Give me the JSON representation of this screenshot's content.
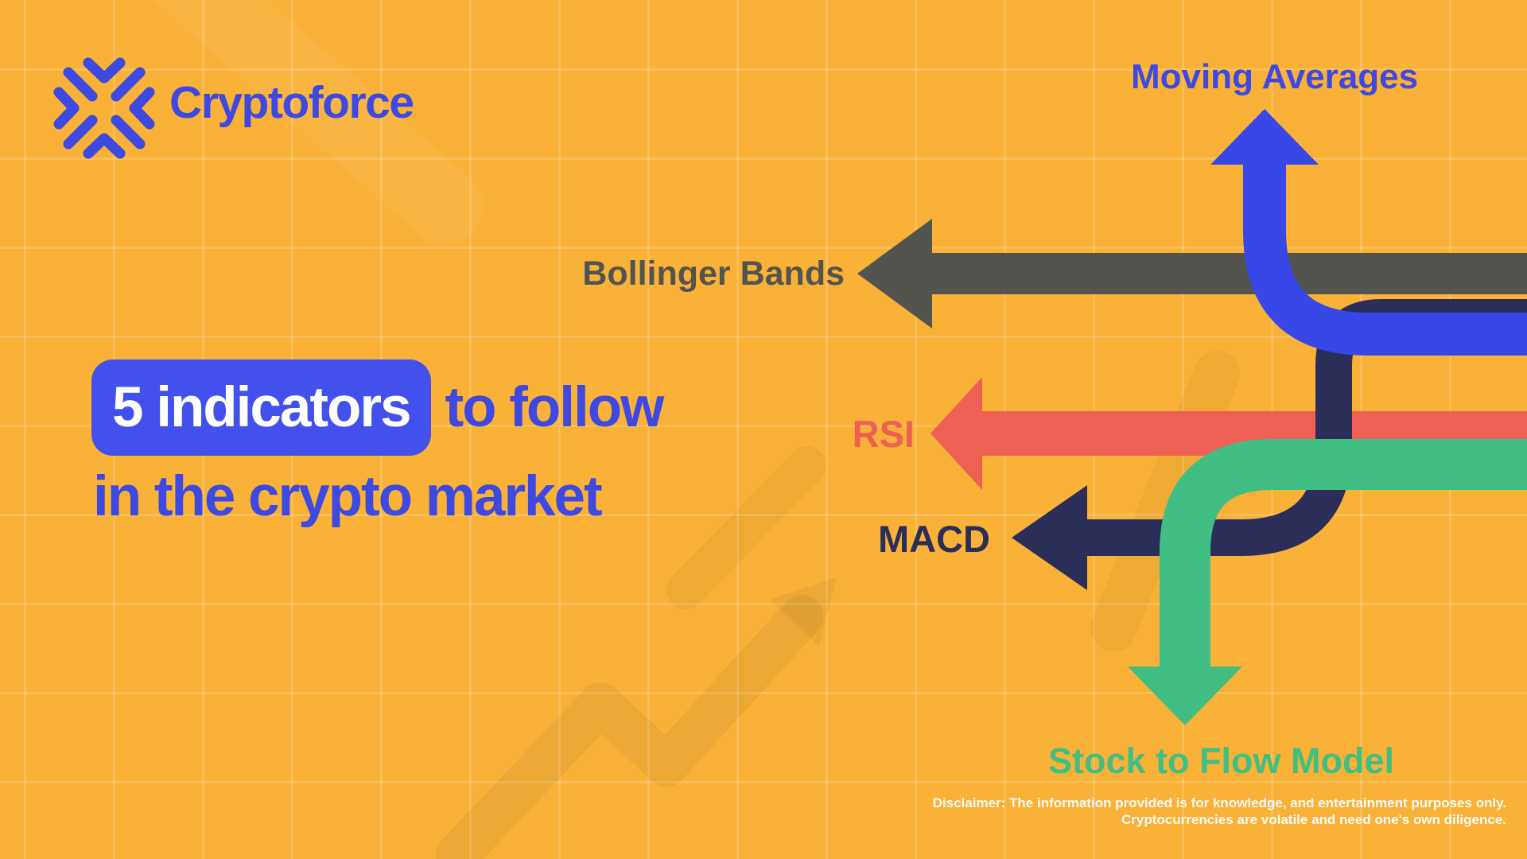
{
  "brand": {
    "name": "Cryptoforce"
  },
  "title": {
    "highlight": "5 indicators",
    "suffix": "to follow",
    "line2": "in the crypto market"
  },
  "indicators": [
    {
      "id": "moving-averages",
      "label": "Moving Averages",
      "direction": "up",
      "color": "#3847E8"
    },
    {
      "id": "bollinger-bands",
      "label": "Bollinger Bands",
      "direction": "left",
      "color": "#53544E"
    },
    {
      "id": "rsi",
      "label": "RSI",
      "direction": "left",
      "color": "#EF6054"
    },
    {
      "id": "macd",
      "label": "MACD",
      "direction": "left",
      "color": "#2B2E58"
    },
    {
      "id": "stock-to-flow-model",
      "label": "Stock to Flow Model",
      "direction": "down",
      "color": "#40BE83"
    }
  ],
  "disclaimer": {
    "line1": "Disclaimer: The information provided is for knowledge, and entertainment purposes only.",
    "line2": "Cryptocurrencies are volatile and need one's own diligence."
  },
  "colors": {
    "background": "#F9B137",
    "grid_line": "rgba(255,255,255,0.17)",
    "blue": "#3847E8",
    "brand_blue": "#3D49E0",
    "title_box_blue": "#4351EC",
    "gray": "#53544E",
    "coral": "#EF6054",
    "navy": "#2B2E58",
    "green": "#40BE83",
    "white": "#FFFFFF"
  }
}
